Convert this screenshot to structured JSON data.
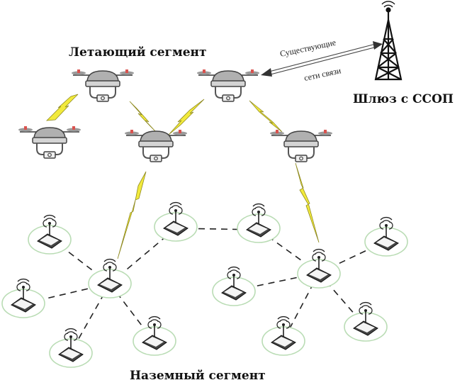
{
  "labels": {
    "flying_segment": "Летающий сегмент",
    "ground_segment": "Наземный сегмент",
    "gateway": "Шлюз с ССОП",
    "existing_networks_line1": "Существующие",
    "existing_networks_line2": "сети связи"
  },
  "colors": {
    "lightning": "#f2ea3c",
    "node_ring": "#b9dcb4",
    "drone_body": "#c8c8c8",
    "rotor_tip": "#d9534f"
  }
}
